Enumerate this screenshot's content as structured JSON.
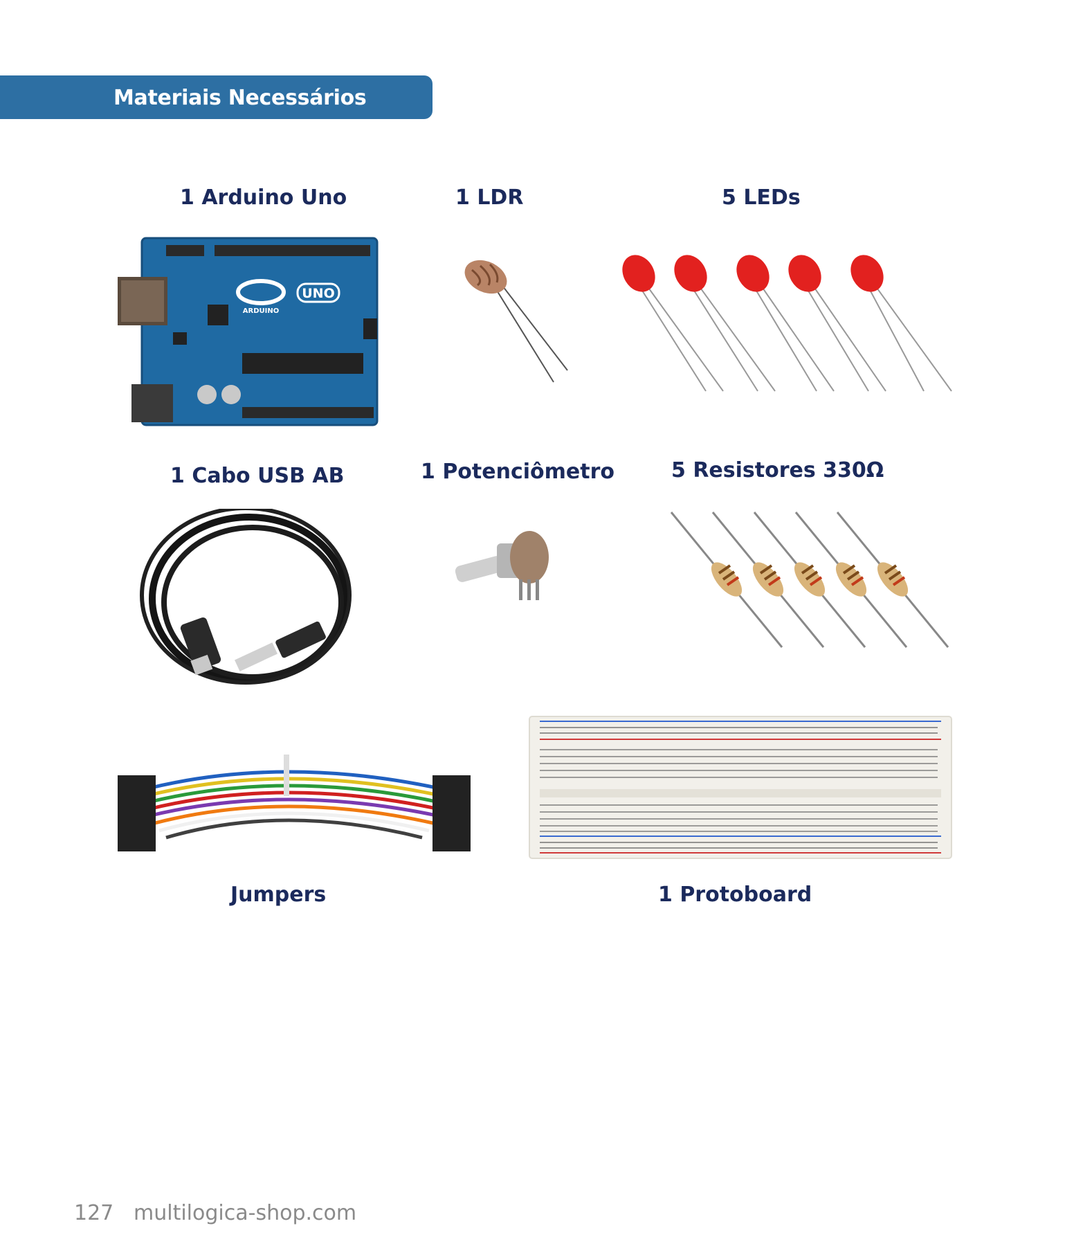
{
  "header": {
    "title": "Materiais Necessários"
  },
  "items": [
    {
      "label": "1 Arduino Uno"
    },
    {
      "label": "1 LDR"
    },
    {
      "label": "5 LEDs"
    },
    {
      "label": "1 Cabo USB AB"
    },
    {
      "label": "1 Potenciômetro"
    },
    {
      "label": "5 Resistores  330Ω"
    },
    {
      "label": "Jumpers"
    },
    {
      "label": "1 Protoboard"
    }
  ],
  "board_logo": {
    "brand": "ARDUINO",
    "model": "UNO"
  },
  "footer": {
    "page_number": "127",
    "url": "multilogica-shop.com"
  }
}
